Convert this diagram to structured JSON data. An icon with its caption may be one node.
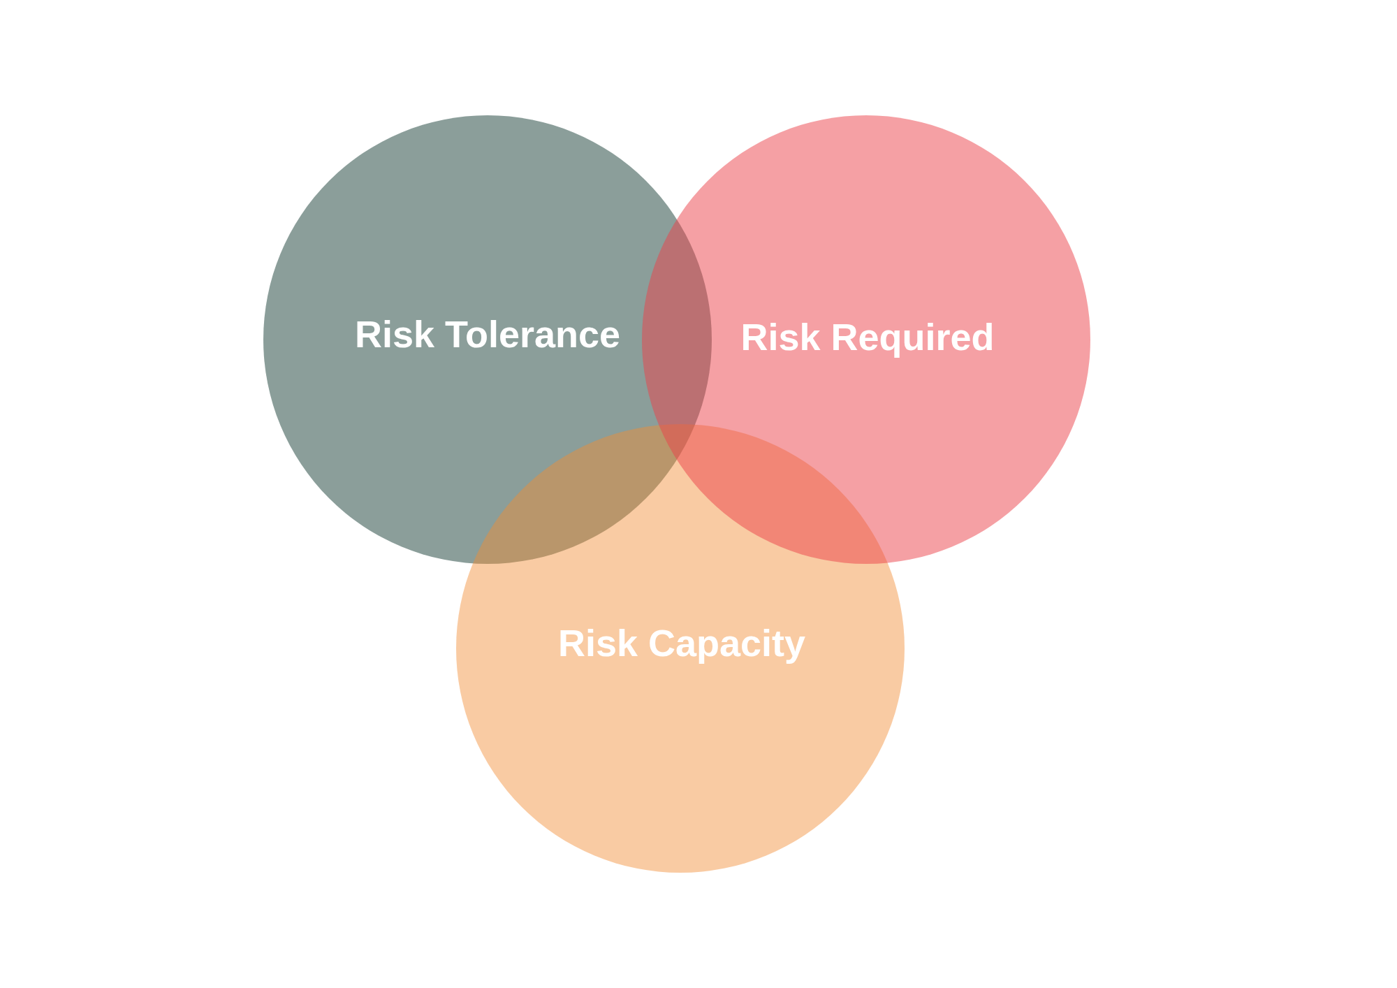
{
  "diagram": {
    "nodes": [
      {
        "text": [
          "Risk Tolerance"
        ]
      },
      {
        "text": [
          "Risk Required"
        ]
      },
      {
        "text": [
          "Risk Capacity"
        ]
      }
    ]
  }
}
